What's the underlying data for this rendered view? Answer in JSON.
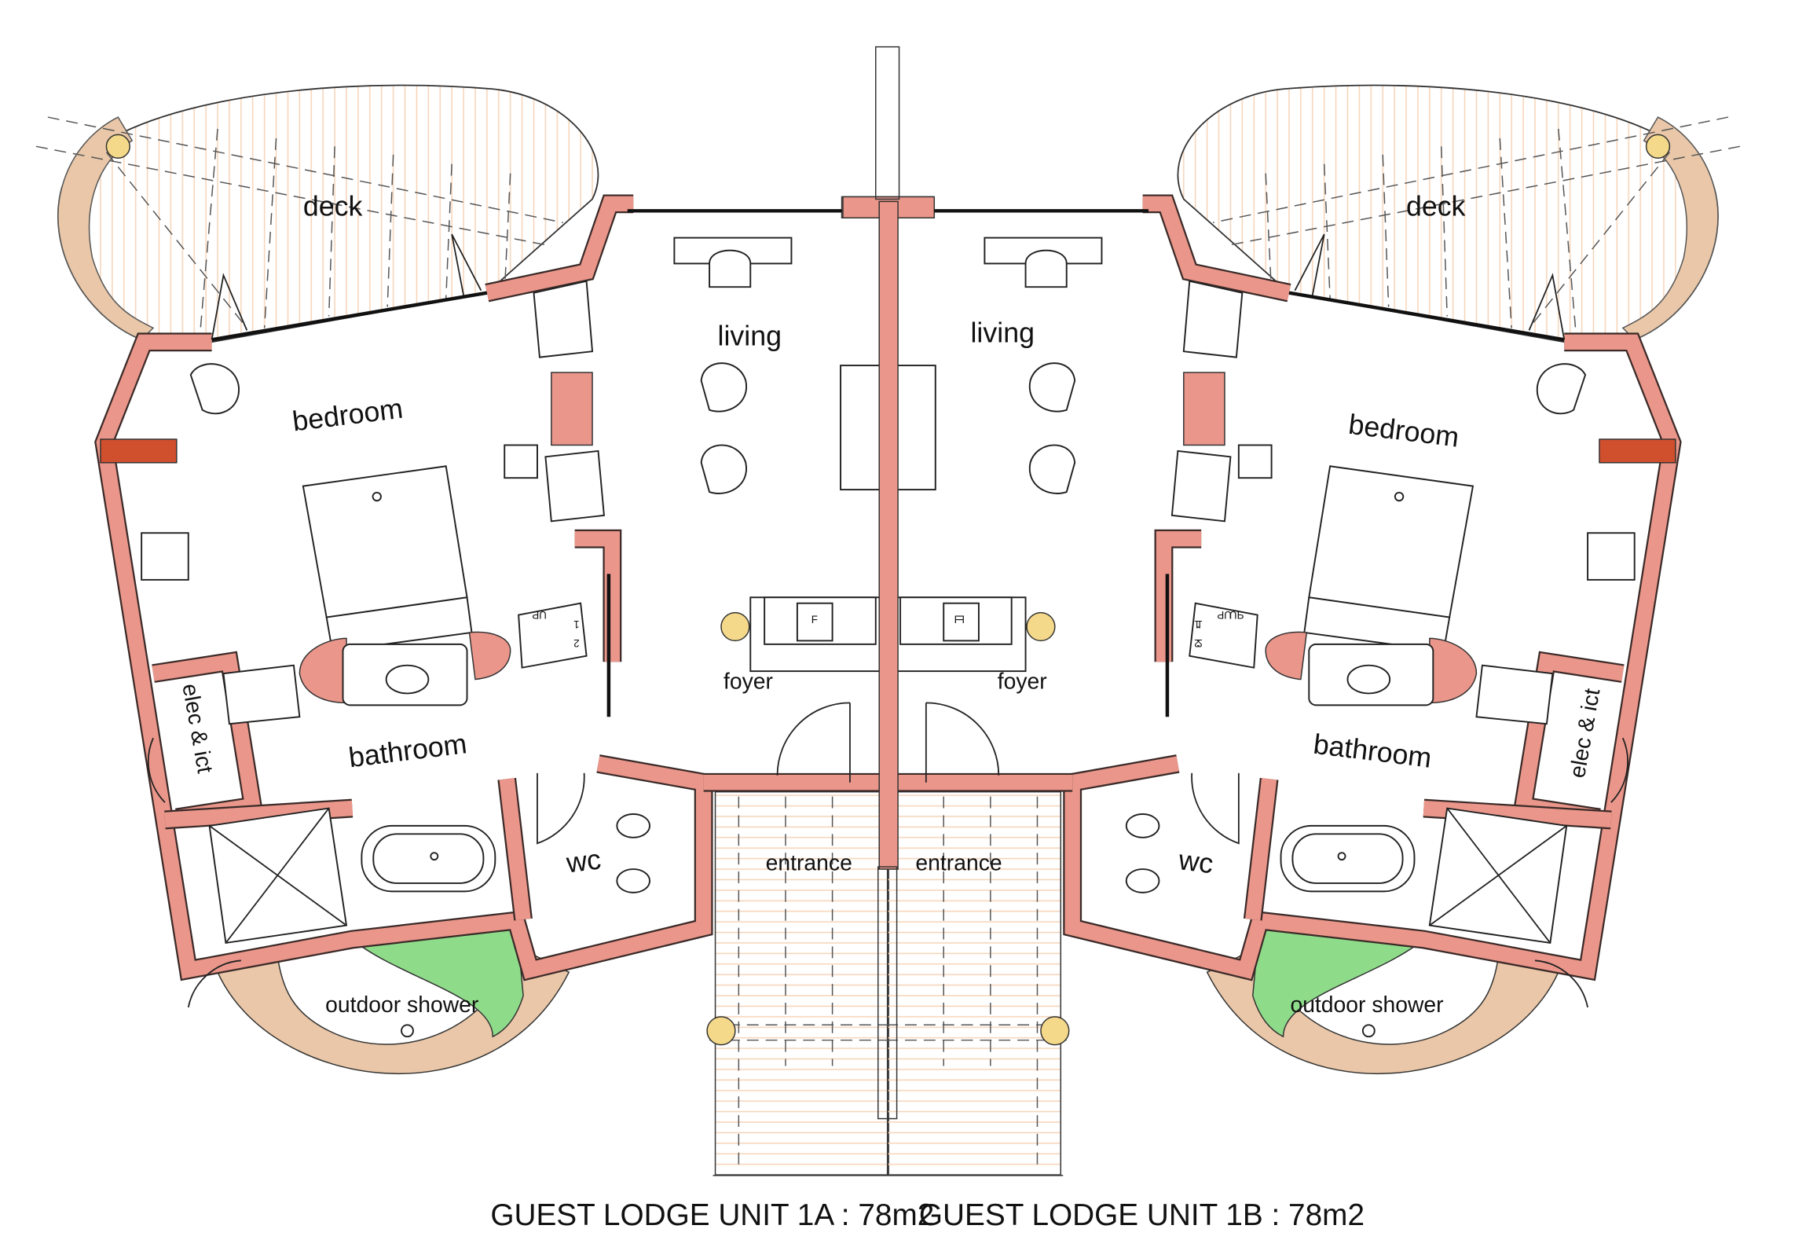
{
  "units": [
    {
      "title": "GUEST LODGE UNIT 1A : 78m2",
      "rooms": {
        "deck": "deck",
        "living": "living",
        "bedroom": "bedroom",
        "bathroom": "bathroom",
        "foyer": "foyer",
        "wc": "wc",
        "elec": "elec & ict",
        "entrance": "entrance",
        "outdoor_shower": "outdoor shower"
      },
      "fridge_label": "F",
      "stair_label": "UP",
      "step_1": "1",
      "step_2": "2"
    },
    {
      "title": "GUEST LODGE UNIT 1B : 78m2",
      "rooms": {
        "deck": "deck",
        "living": "living",
        "bedroom": "bedroom",
        "bathroom": "bathroom",
        "foyer": "foyer",
        "wc": "wc",
        "elec": "elec & ict",
        "entrance": "entrance",
        "outdoor_shower": "outdoor shower"
      },
      "fridge_label": "F",
      "stair_label": "UP",
      "step_1": "1",
      "step_2": "2"
    }
  ],
  "colors": {
    "wall": "#EA968A",
    "garden": "#8EDC8A",
    "deck_hatch": "#F6D3B6",
    "paving": "#E9C7A8",
    "lamp": "#F5D98A"
  }
}
